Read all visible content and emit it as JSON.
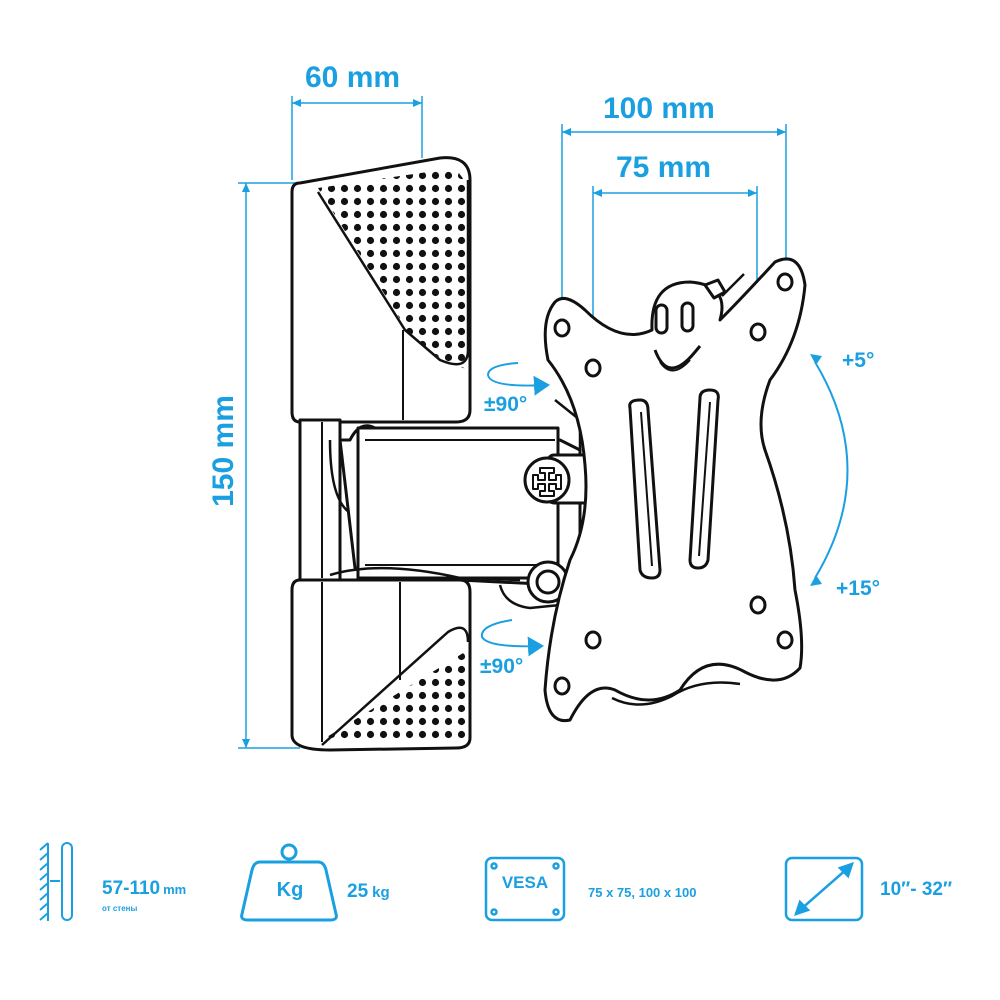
{
  "colors": {
    "accent": "#1aa0e0",
    "outline": "#111111",
    "body": "#ffffff"
  },
  "dimensions": {
    "width_top": "60 mm",
    "height_left": "150 mm",
    "vesa_outer": "100 mm",
    "vesa_inner": "75 mm"
  },
  "angles": {
    "swivel_upper": "±90°",
    "swivel_lower": "±90°",
    "tilt_up": "+5°",
    "tilt_down": "+15°"
  },
  "specs": {
    "wall_distance": "57-110",
    "wall_distance_unit": "mm",
    "wall_distance_note": "от стены",
    "weight_icon_label": "Kg",
    "max_load": "25",
    "max_load_unit": "kg",
    "vesa_icon_label": "VESA",
    "vesa_patterns": "75 x 75, 100 x 100",
    "screen_size": "10″- 32″"
  },
  "icons": [
    "wall-distance-icon",
    "weight-icon",
    "vesa-icon",
    "screen-diagonal-icon"
  ]
}
